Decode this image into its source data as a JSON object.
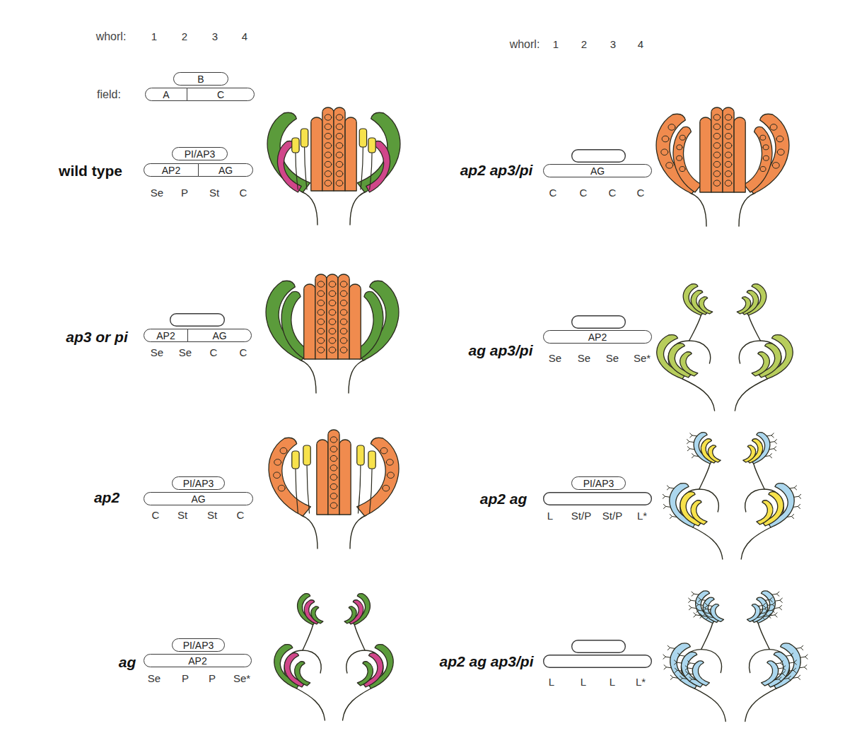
{
  "diagram": {
    "nodes": [
      {
        "text": [
          "B"
        ]
      },
      {
        "text": [
          "A"
        ]
      },
      {
        "text": [
          "C"
        ]
      },
      {
        "text": [
          "PI/AP3"
        ]
      },
      {
        "text": [
          "AP2"
        ]
      },
      {
        "text": [
          "AG"
        ]
      },
      {
        "text": [
          "AP2"
        ]
      },
      {
        "text": [
          "AG"
        ]
      },
      {
        "text": [
          "PI/AP3"
        ]
      },
      {
        "text": [
          "AG"
        ]
      },
      {
        "text": [
          "PI/AP3"
        ]
      },
      {
        "text": [
          "AP2"
        ]
      },
      {
        "text": [
          "AG"
        ]
      },
      {
        "text": [
          "AP2"
        ]
      },
      {
        "text": [
          "PI/AP3"
        ]
      }
    ],
    "labels": [
      "whorl:",
      "1",
      "2",
      "3",
      "4",
      "field:",
      "wild type",
      "Se",
      "P",
      "St",
      "C",
      "ap3 or pi",
      "Se",
      "Se",
      "C",
      "C",
      "ap2",
      "C",
      "St",
      "St",
      "C",
      "ag",
      "Se",
      "P",
      "P",
      "Se*",
      "whorl:",
      "1",
      "2",
      "3",
      "4",
      "ap2 ap3/pi",
      "C",
      "C",
      "C",
      "C",
      "ag ap3/pi",
      "Se",
      "Se",
      "Se",
      "Se*",
      "ap2 ag",
      "L",
      "St/P",
      "St/P",
      "L*",
      "ap2 ag ap3/pi",
      "L",
      "L",
      "L",
      "L*"
    ]
  }
}
